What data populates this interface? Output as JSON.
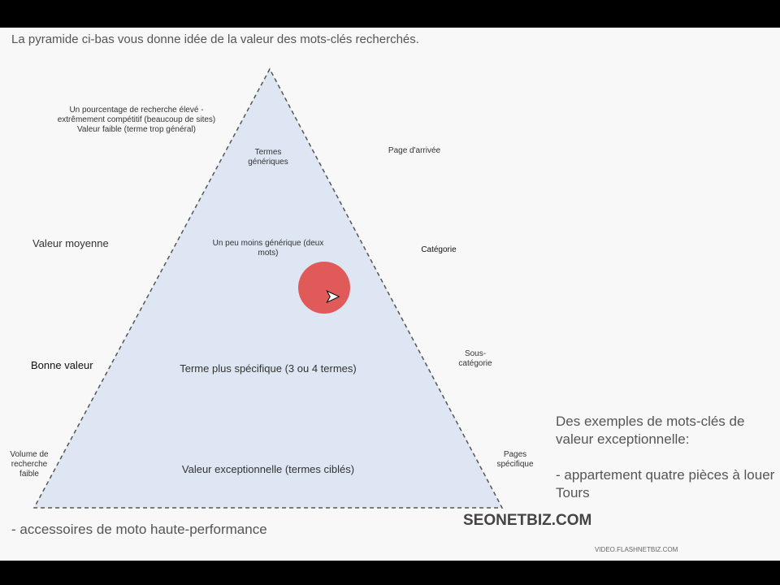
{
  "intro": "La pyramide ci-bas vous donne idée de la valeur des mots-clés recherchés.",
  "pyramid": {
    "levels": [
      "Termes génériques",
      "Un peu moins générique (deux mots)",
      "Terme plus spécifique (3 ou 4 termes)",
      "Valeur exceptionnelle (termes ciblés)"
    ],
    "left_labels": [
      "Un pourcentage de recherche élevé - extrêmement compétitif (beaucoup de sites) Valeur faible (terme trop général)",
      "Valeur moyenne",
      "Bonne valeur",
      "Volume de recherche faible"
    ],
    "right_labels": [
      "Page d'arrivée",
      "Catégorie",
      "Sous-catégorie",
      "Pages spécifique"
    ],
    "fill": "#dde6f2"
  },
  "examples": {
    "heading": "Des exemples de mots-clés de valeur exceptionnelle:",
    "items": [
      "- appartement quatre pièces à louer Tours",
      "- accessoires de moto haute-performance"
    ]
  },
  "brand": "SEONETBIZ.COM",
  "watermark": "VIDEO.FLASHNETBIZ.COM",
  "cursor": {
    "highlight_color": "#e05a5a"
  }
}
